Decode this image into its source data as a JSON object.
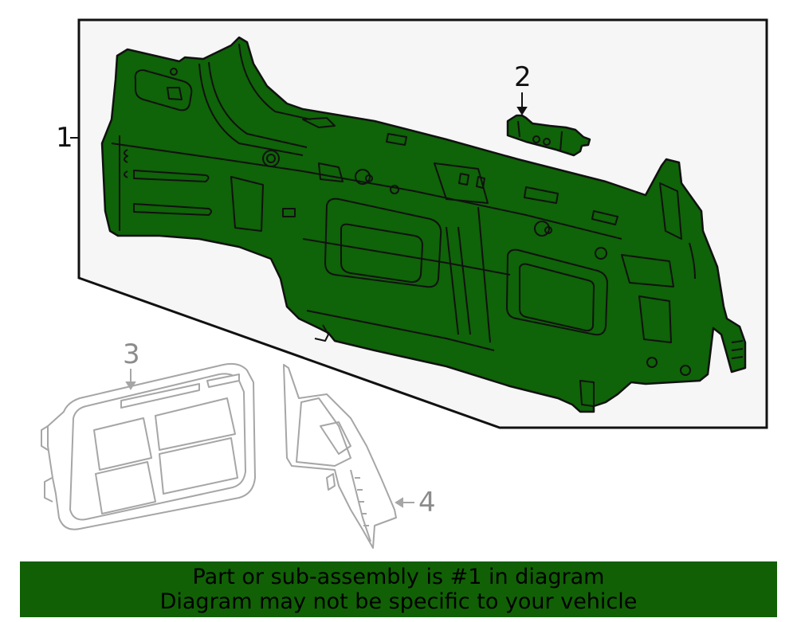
{
  "diagram": {
    "colors": {
      "highlight_fill": "#0f6308",
      "outline": "#111111",
      "inset_bg": "#f6f6f6",
      "ghost_parts": "#a6a6a6"
    },
    "callouts": [
      {
        "id": "1",
        "label": "1",
        "part": "rear-body-panel-assembly",
        "highlighted": true
      },
      {
        "id": "2",
        "label": "2",
        "part": "bracket",
        "highlighted": true
      },
      {
        "id": "3",
        "label": "3",
        "part": "lamp-housing",
        "highlighted": false
      },
      {
        "id": "4",
        "label": "4",
        "part": "side-trim-piece",
        "highlighted": false
      }
    ]
  },
  "banner": {
    "line1": "Part or sub-assembly is #1 in diagram",
    "line2": "Diagram may not be specific to your vehicle",
    "bg_color": "#116006"
  }
}
